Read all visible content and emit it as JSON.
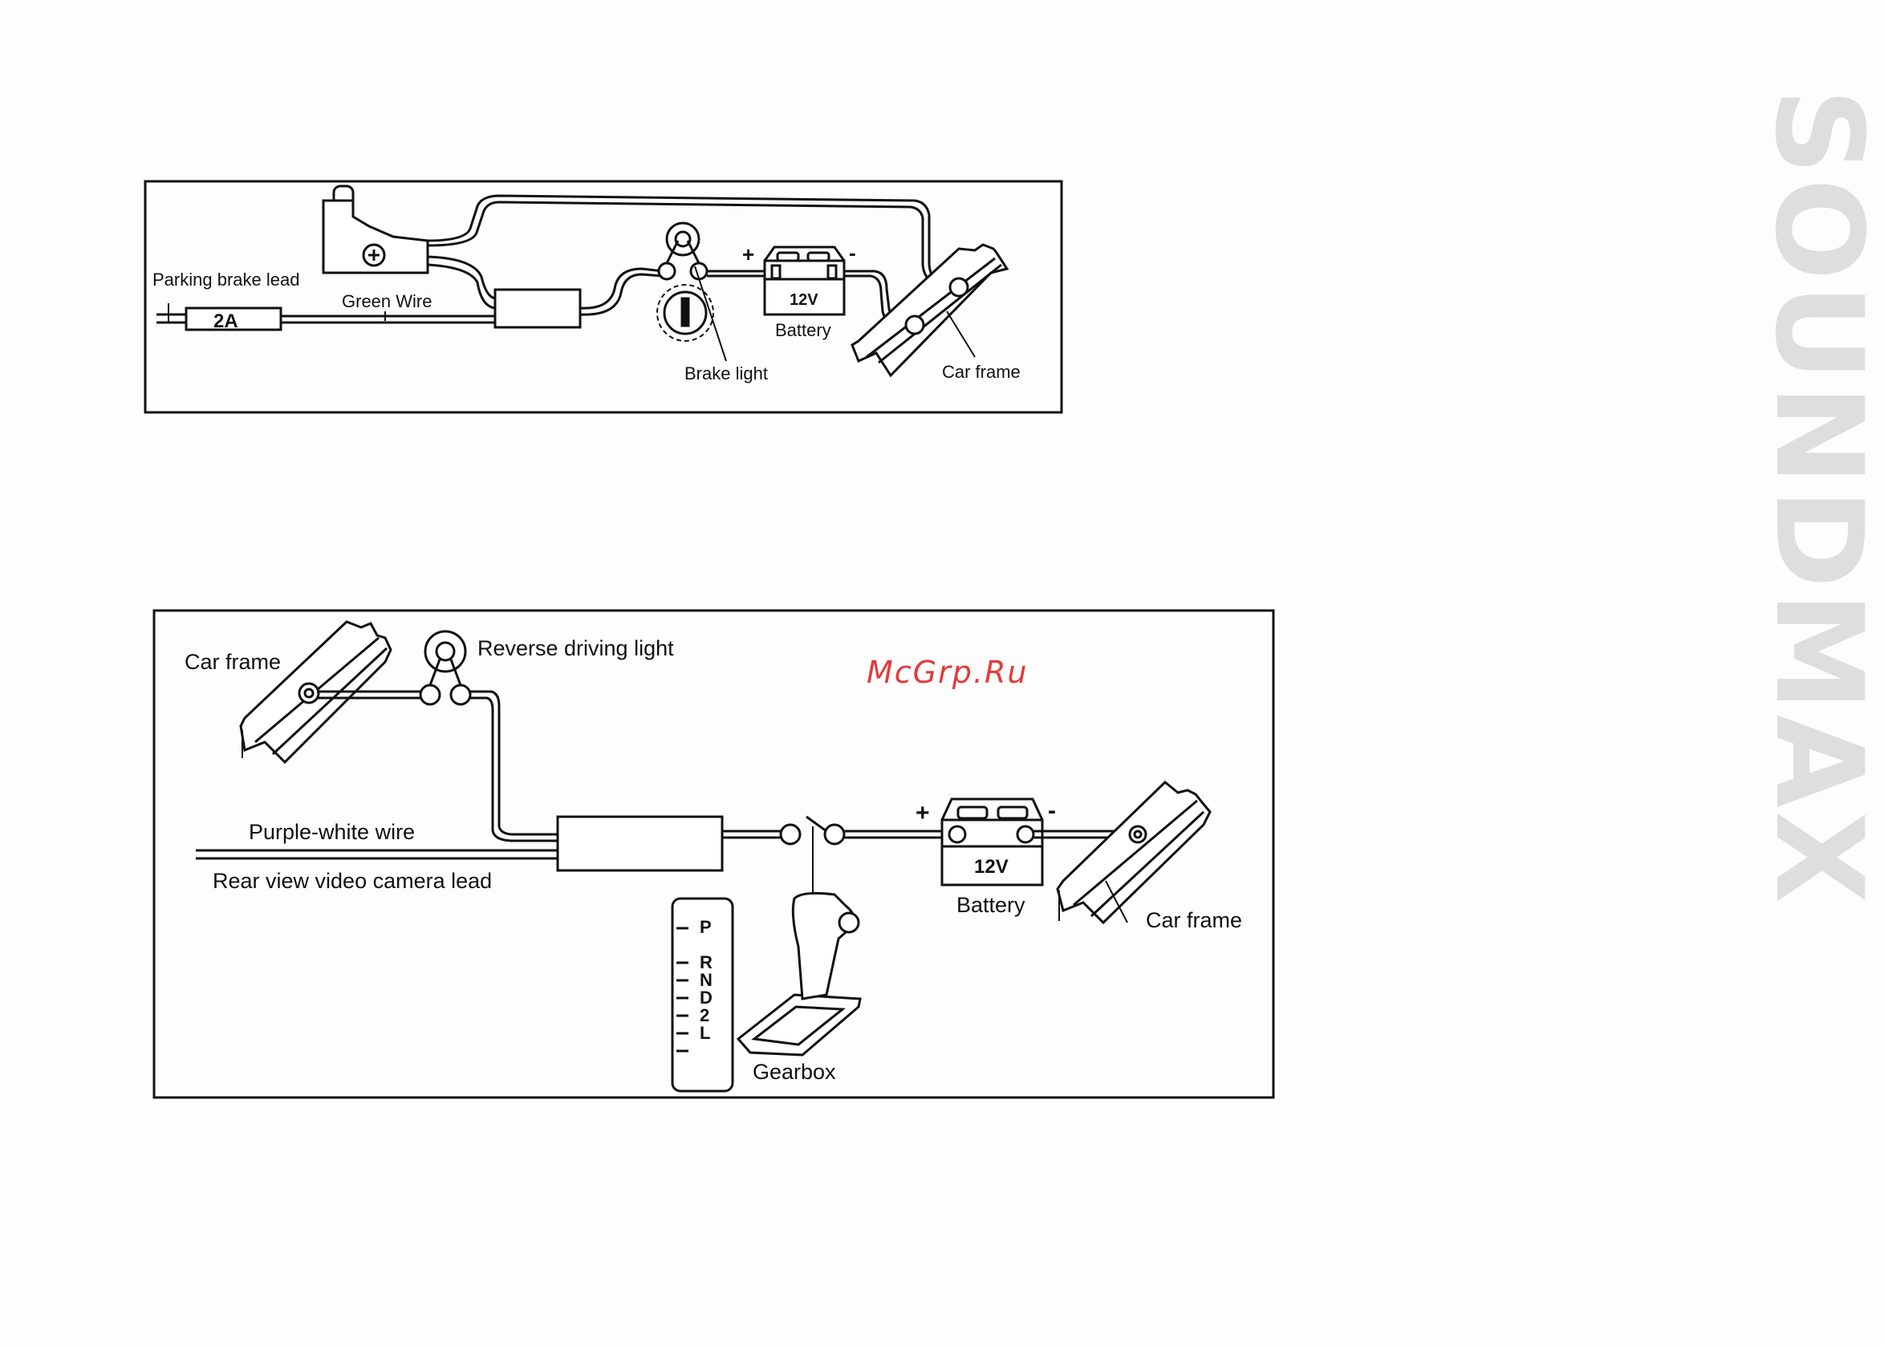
{
  "diagram1": {
    "labels": {
      "parking_brake_lead": "Parking brake lead",
      "green_wire": "Green Wire",
      "fuse": "2A",
      "battery_voltage": "12V",
      "battery": "Battery",
      "brake_light": "Brake light",
      "car_frame": "Car frame",
      "plus": "+",
      "minus": "-"
    }
  },
  "diagram2": {
    "labels": {
      "car_frame_left": "Car frame",
      "reverse_driving_light": "Reverse driving light",
      "purple_white_wire": "Purple-white wire",
      "rear_view_camera_lead": "Rear view video camera lead",
      "battery_voltage": "12V",
      "battery": "Battery",
      "car_frame_right": "Car frame",
      "gearbox": "Gearbox",
      "plus": "+",
      "minus": "-"
    },
    "gear_positions": [
      "P",
      "R",
      "N",
      "D",
      "2",
      "L"
    ]
  },
  "watermark": "McGrp.Ru",
  "brand": "SOUNDMAX"
}
